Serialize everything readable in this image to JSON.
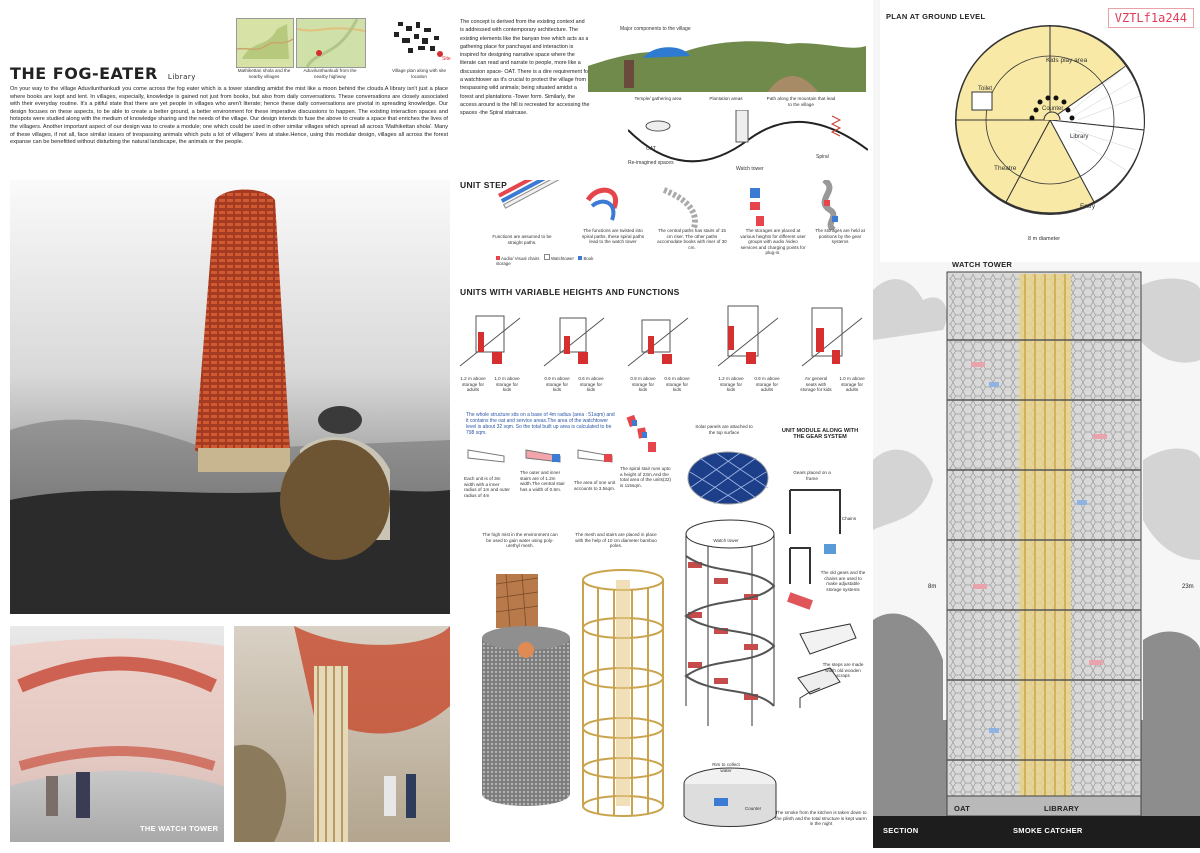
{
  "header": {
    "title": "THE FOG-EATER",
    "title_suffix": "Library"
  },
  "intro_text": "On your way to the village Aduvilunthankudi you come across the fog eater which is a tower standing amidst the mist like a moon behind the clouds.A library isn't just a place where books are kept and lent. In villages, especially, knowledge is gained not just from books, but also from daily conversations. These conversations are closely associated with their everyday routine. It's a pitiful state that there are yet people in villages who aren't literate; hence these daily conversations are pivotal in spreading knowledge. Our design focuses on these aspects, to be able to create a better ground, a better environment for these imperative discussions to happen. The existing interaction spaces and hotspots were studied along with the medium of knowledge sharing and the needs of the village. Our design intends to fuse the above to create a space that enriches the lives of the villagers. Another important aspect of our design was to create a module; one which could be used in other similar villages which spread all across 'Mathikettan shola'. Many of these villages, if not all, face similar issues of trespassing animals which puts a lot of villagers' lives at stake.Hence, using this modular design, villages all across the forest expanse can be benefitted without disturbing the natural landscape, the animals or the people.",
  "maps": [
    {
      "caption": "Mathikettan shola and the nearby villages"
    },
    {
      "caption": "Aduvilunthankudi from the nearby highway"
    },
    {
      "caption": "Village plan along with site location"
    }
  ],
  "map_legend": "Site",
  "concept_text": "The concept is derived from the existing context and is addressed with contemporary architecture. The existing elements like the banyan tree which acts as a gathering place for panchayat and interaction is inspired for designing narrative space where the literate can read and narrate to people, more like a discussion space- OAT. There is a dire requirement for a watchtower as it's crucial to protect the village from trespassing wild animals; being situated amidst a forest and plantations -Tower form. Similarly, the access around is the hill is recreated for accessing the spaces -the Spiral staircase.",
  "village_strip": {
    "title": "Major components to the village",
    "labels": [
      "Temple/ gathering area",
      "Plantation areas",
      "Path along the mountain that lead to the village"
    ]
  },
  "reimagined": {
    "labels": [
      "OAT",
      "Re-imagined spaces",
      "Watch tower",
      "Spiral"
    ]
  },
  "unit_step": {
    "heading": "UNIT STEP",
    "captions": [
      "Functions are assumed to be straight paths.",
      "The functions are twisted into spiral paths. these spiral paths lead to the watch tower",
      "The central paths has stairs of 15 cm riser. The other paths accomodate books with riser of 30 cm.",
      "The storages are placed at various heights for different user groups with audio /video services and charging points for plug-in.",
      "The storages are held at positions by the gear systems"
    ],
    "legend": [
      "Audio/ Visual chairs",
      "Watchtower",
      "Book storage"
    ]
  },
  "variable_units": {
    "heading": "UNITS WITH VARIABLE HEIGHTS AND FUNCTIONS",
    "captions": [
      [
        "1.2 m above storage for adults",
        "1.0 m above storage for kids"
      ],
      [
        "0.9 m above storage for kids",
        "0.6 m above storage for kids"
      ],
      [
        "0.9 m above storage for kids",
        "0.6 m above storage for kids"
      ],
      [
        "1.2 m above storage for kids",
        "0.9 m above storage for adults"
      ],
      [
        "AV general seats with storage for kids",
        "1.0 m above storage for adults"
      ]
    ]
  },
  "structure_notes": {
    "main": "The whole structure sits on a base of 4m radius (area : 51sqm) and it contains the oat and service areas.The area of the watchtower level is about 32 sqm. So the total built up area is calculated to be 798 sqm.",
    "items": [
      "Each unit is of 3m width with a inner radius of 1m and outer radius of 4m",
      "The outer and inner stairs are of 1.2m width.The central stair has a width of 0.6m.",
      "The area of one unit accounts to 3.5sqm.",
      "The spiral stair runs upto a height of 23m.And the total area of the units(32) is 115sqm."
    ],
    "solar": "Solar panels are attached to the top surface",
    "unit_module_title": "UNIT MODULE ALONG WITH THE GEAR SYSTEM"
  },
  "lower_notes": {
    "mist": "The high mist in the environment can be used to gain water using poly-urethyl mesh.",
    "mesh": "The mesh and stairs are placed in place with the help of 10 cm diameter bamboo poles.",
    "watch_tower": "Watch tower",
    "rim": "Rim to collect water",
    "counter": "Counter",
    "smoke": "The smoke from the kitchen is taken down to the plinth and the total structure is kept warm in the night",
    "gears": "Gears placed on a frame",
    "chains": "Chains",
    "old_gears": "The old gears and the chains are used to make adjustable storage systems",
    "steps": "The steps are made width old wooden scraps"
  },
  "photo_labels": {
    "watch_tower": "THE WATCH TOWER"
  },
  "plan": {
    "heading": "PLAN AT GROUND LEVEL",
    "code": "VZTLf1a244",
    "labels": [
      "Kids play area",
      "Toilet",
      "Counter",
      "Library",
      "Theatre",
      "Entry"
    ],
    "dimension": "8 m diameter"
  },
  "section": {
    "heading": "WATCH TOWER",
    "label": "SECTION",
    "smoke_catcher": "SMOKE CATCHER",
    "oat": "OAT",
    "library": "LIBRARY",
    "dim_left": "8m",
    "dim_right": "23m"
  },
  "colors": {
    "accent": "#d24b3e",
    "plan_fill": "#f8e9a6",
    "code_text": "#e23b58"
  }
}
